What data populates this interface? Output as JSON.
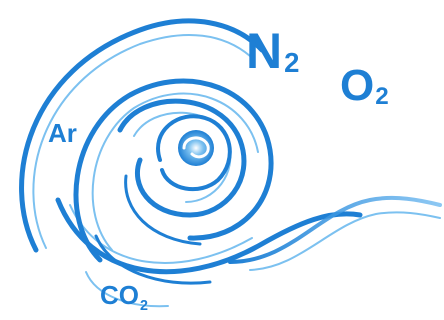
{
  "logo": {
    "colors": {
      "primary": "#1e7fd4",
      "light": "#7cc1f0",
      "pale": "#d4ebfb",
      "background": "#ffffff"
    },
    "labels": {
      "n2": {
        "main": "N",
        "sub": "2"
      },
      "o2": {
        "main": "O",
        "sub": "2"
      },
      "ar": {
        "main": "Ar"
      },
      "co2": {
        "main": "CO",
        "sub": "2"
      }
    }
  }
}
